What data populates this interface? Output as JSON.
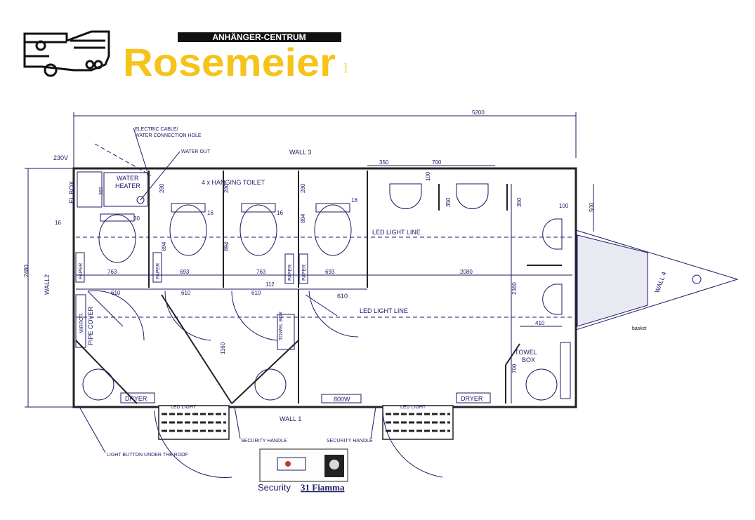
{
  "logo": {
    "banner": "ANHÄNGER-CENTRUM",
    "name": "Rosemeier",
    "suffix": "GmbH"
  },
  "plan": {
    "overall_length": "5200",
    "overall_width": "2480",
    "voltage": "230V",
    "electric_cable_1": "ELECTRIC CABLE/",
    "electric_cable_2": "WATER CONNECTION HOLE",
    "water_out": "WATER OUT",
    "wall_1": "WALL 1",
    "wall_2": "WALL2",
    "wall_3": "WALL 3",
    "wall_4": "WALL 4",
    "el_box": "EL BOX",
    "water_heater_1": "WATER",
    "water_heater_2": "HEATER",
    "hanging_toilet": "4 x HANGING TOILET",
    "led_light_line_top": "LED LIGHT LINE",
    "led_light_line_bottom": "LED LIGHT LINE",
    "paper": "PAPER",
    "pipe_cover": "PIPE COVER",
    "mirror": "MIRROR",
    "towel_box": "TOWEL BOX",
    "towel_box_right_1": "TOWEL",
    "towel_box_right_2": "BOX",
    "dryer": "DRYER",
    "light_button": "LIGHT BUTTON UNDER THE ROOF",
    "security_handle": "SECURITY HANDLE",
    "led_light": "LED LIGHT",
    "basket": "basket",
    "power": "800W",
    "dims": {
      "d30": "30",
      "d16": "16",
      "d365": "365",
      "d280": "280",
      "d894": "894",
      "d763": "763",
      "d693": "693",
      "d610": "610",
      "d112": "112",
      "d2080": "2080",
      "d2380": "2380",
      "d1160": "1160",
      "d350": "350",
      "d700": "700",
      "d100": "100",
      "d500": "500",
      "d480": "480",
      "d410": "410"
    }
  },
  "caption": {
    "prefix": "Security",
    "model": "31 Fiamma"
  }
}
